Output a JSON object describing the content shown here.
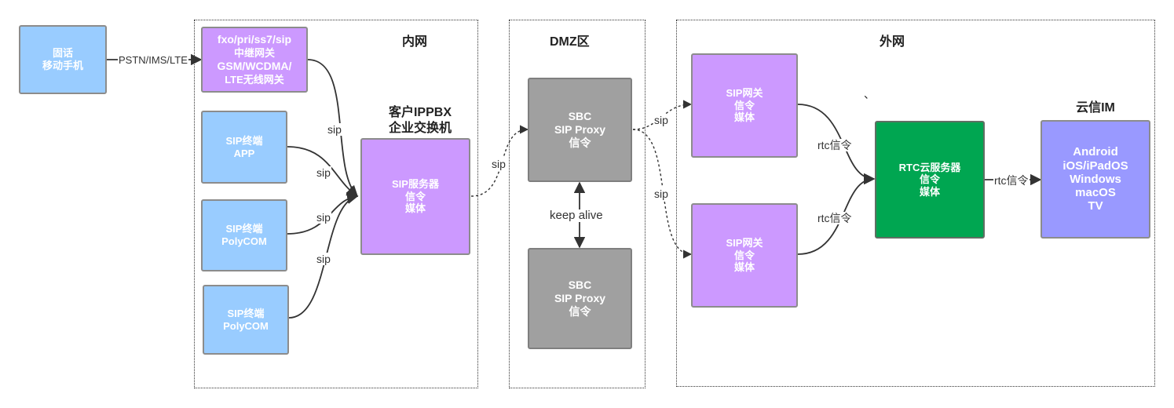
{
  "zones": {
    "intranet": "内网",
    "dmz": "DMZ区",
    "extranet": "外网"
  },
  "nodes": {
    "phone": [
      "固话",
      "移动手机"
    ],
    "gateway": [
      "fxo/pri/ss7/sip",
      "中继网关",
      "GSM/WCDMA/",
      "LTE无线网关"
    ],
    "sip_app": [
      "SIP终端",
      "APP"
    ],
    "sip_poly1": [
      "SIP终端",
      "PolyCOM"
    ],
    "sip_poly2": [
      "SIP终端",
      "PolyCOM"
    ],
    "sip_server": [
      "SIP服务器",
      "信令",
      "媒体"
    ],
    "sbc1": [
      "SBC",
      "SIP Proxy",
      "信令"
    ],
    "sbc2": [
      "SBC",
      "SIP Proxy",
      "信令"
    ],
    "sip_gw1": [
      "SIP网关",
      "信令",
      "媒体"
    ],
    "sip_gw2": [
      "SIP网关",
      "信令",
      "媒体"
    ],
    "rtc": [
      "RTC云服务器",
      "信令",
      "媒体"
    ],
    "clients": [
      "Android",
      "iOS/iPadOS",
      "Windows",
      "macOS",
      "TV"
    ]
  },
  "captions": {
    "ippbx": [
      "客户IPPBX",
      "企业交换机"
    ],
    "cloud_im": "云信IM",
    "mark": "、"
  },
  "edge_labels": {
    "pstn": "PSTN/IMS/LTE",
    "sip_gateway": "sip",
    "sip_app": "sip",
    "sip_poly1": "sip",
    "sip_poly2": "sip",
    "sip_server_sbc": "sip",
    "keep_alive": "keep alive",
    "sbc_gw1": "sip",
    "sbc_gw2": "sip",
    "rtc1": "rtc信令",
    "rtc2": "rtc信令",
    "rtc_clients": "rtc信令"
  },
  "colors": {
    "terminal_blue": "#99ccff",
    "gateway_purple": "#cc99ff",
    "sbc_gray": "#a0a0a0",
    "rtc_green": "#00a651",
    "client_lavender": "#9999ff"
  }
}
